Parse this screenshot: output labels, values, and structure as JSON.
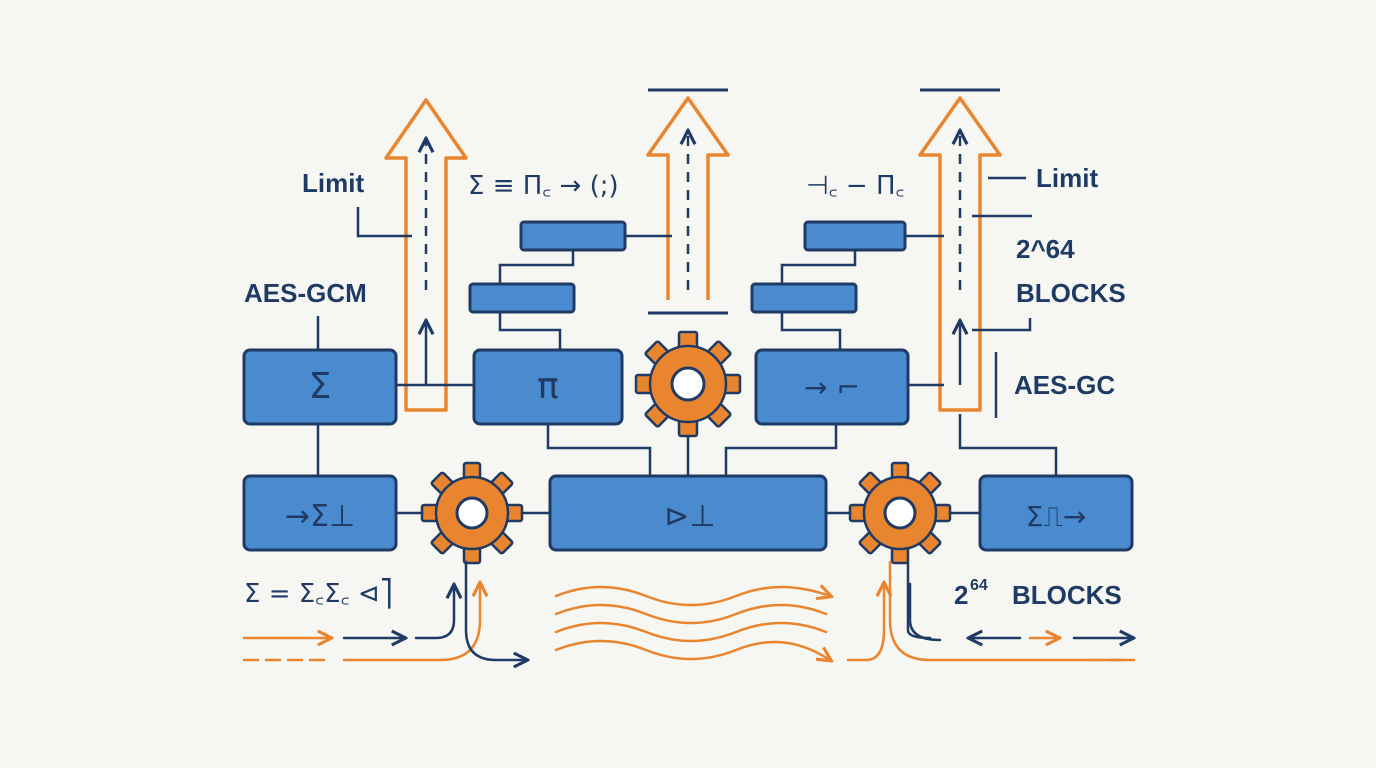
{
  "colors": {
    "background": "#f6f6f2",
    "box_fill": "#4a8bd0",
    "box_stroke": "#1f3a64",
    "line_navy": "#1f3a64",
    "orange": "#e9852f"
  },
  "labels": {
    "limit_left": "Limit",
    "limit_right": "Limit",
    "aes_gcm": "AES-GCM",
    "aes_gc": "AES-GC",
    "blocks_top_exp": "2^64",
    "blocks_top_word": "BLOCKS",
    "blocks_bottom_base": "2",
    "blocks_bottom_exp": "64",
    "blocks_bottom_word": "BLOCKS",
    "formula_top": "Σ ≡ Π꜀ → (;)",
    "formula_top_right": "⊣꜀ − Π꜀",
    "formula_bottom": "Σ = Σ꜀Σ꜀ ⊲⎤"
  },
  "boxes": {
    "sigma": "Σ",
    "pi": "π",
    "step": "→ ⌐",
    "sigma_sub": "→Σ⊥",
    "relay": "⊳⊥",
    "end": "Σ⎍→"
  },
  "icons": [
    "gear-icon",
    "up-arrow-icon",
    "arrow-right-icon",
    "wave-icon"
  ]
}
